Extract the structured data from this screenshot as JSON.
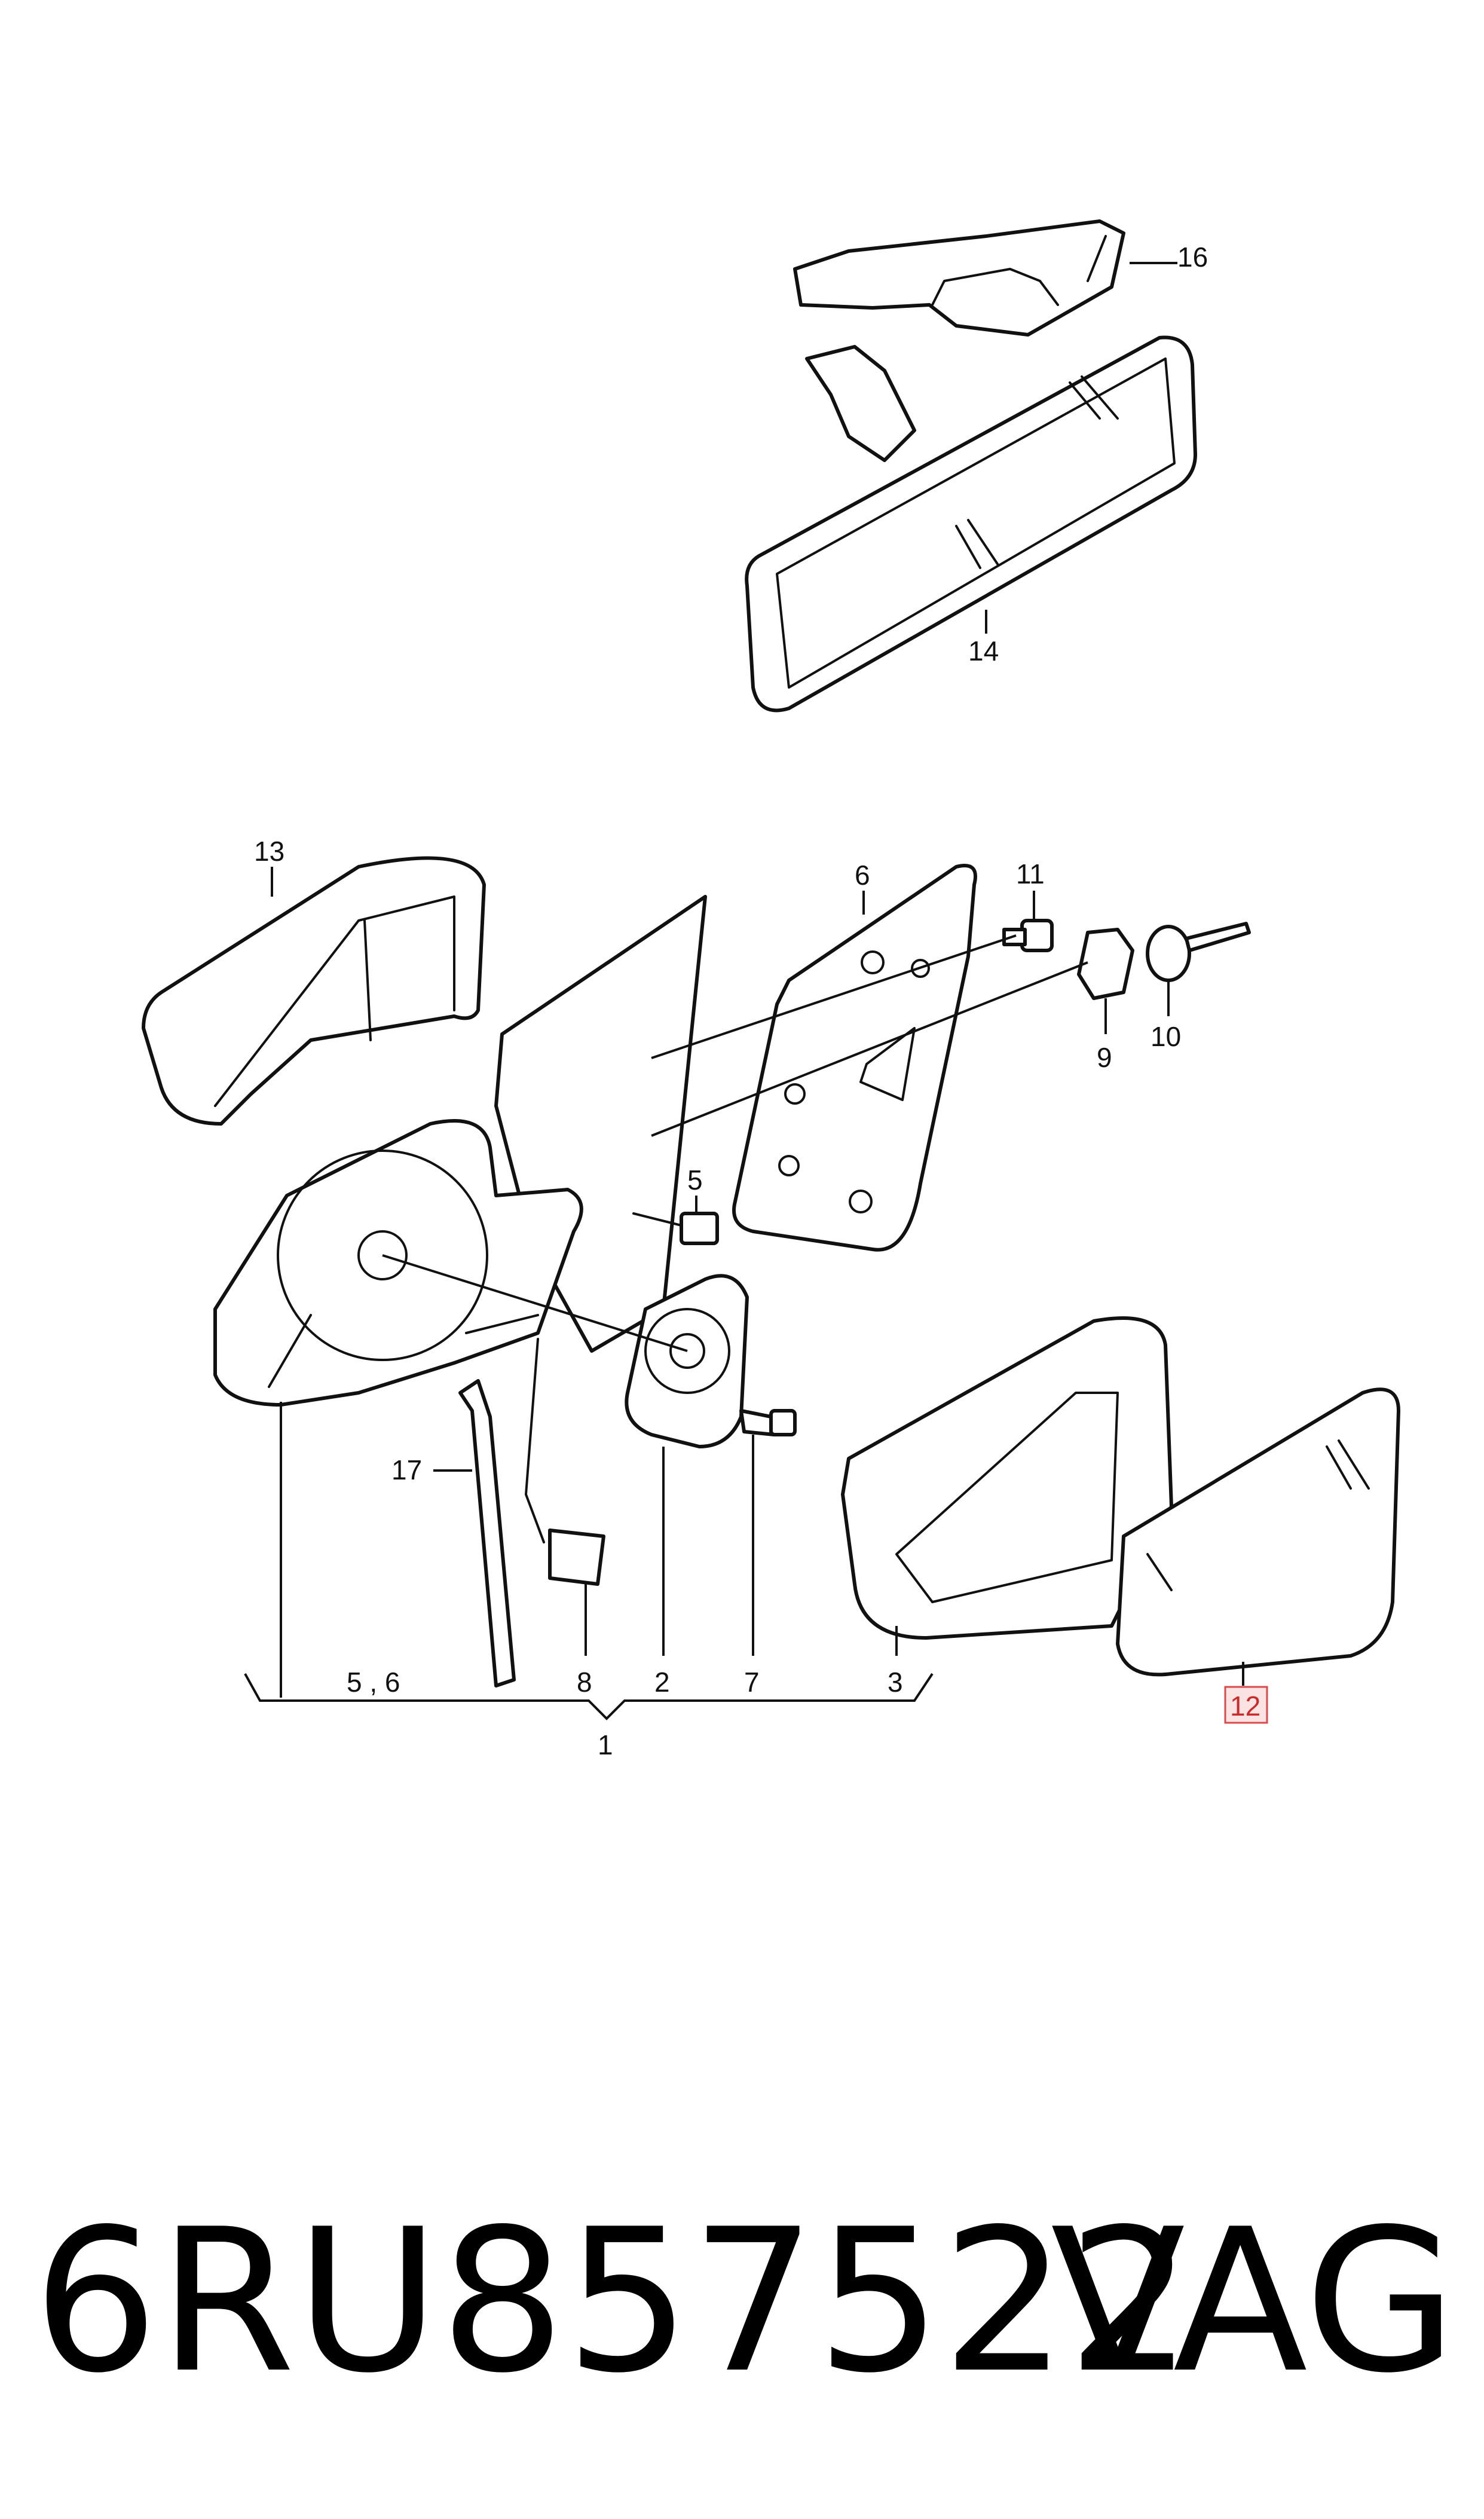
{
  "callouts": {
    "c16": "16",
    "c14": "14",
    "c13": "13",
    "c6": "6",
    "c11": "11",
    "c5": "5",
    "c9": "9",
    "c10": "10",
    "c17": "17",
    "c56": "5 , 6",
    "c8": "8",
    "c2": "2",
    "c7": "7",
    "c3": "3",
    "c12": "12",
    "c1": "1"
  },
  "highlighted_callout": "12",
  "colors": {
    "line": "#111111",
    "highlight_fill": "#fbe3e3",
    "highlight_stroke": "#d94a4a"
  },
  "footer": {
    "part_number": "6RU857522",
    "brand": "VAG"
  }
}
